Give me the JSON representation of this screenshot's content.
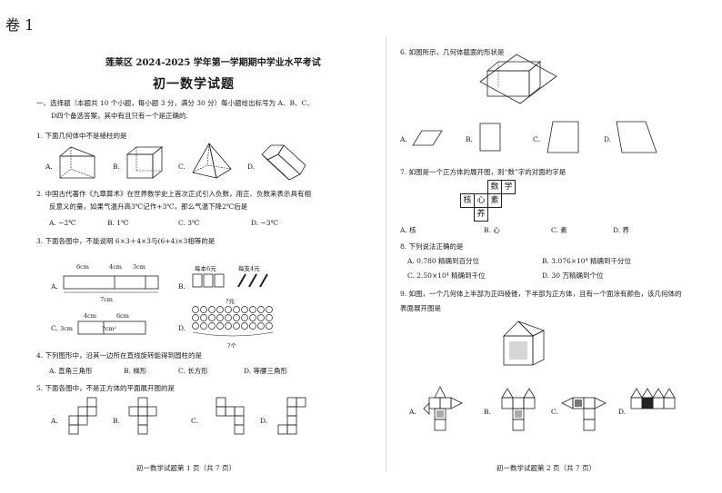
{
  "vol": "卷 1",
  "left": {
    "header": "莲莱区 2024-2025 学年第一学期期中学业水平考试",
    "title": "初一数学试题",
    "section1_line1": "一、选择题（本题共 10 个小题，每小题 3 分，满分 30 分）每小题给出标号为 A、B、C、",
    "section1_line2": "D四个备选答案，其中有且只有一个是正确的.",
    "q1": "1. 下面几何体中不是棱柱的是",
    "q2_line1": "2. 中国古代著作《九章算术》在世界数学史上首次正式引入负数，用正、负数来表示具有相",
    "q2_line2": "反意义的量，如果气温升高3℃记作+3℃，那么气温下降2℃后是",
    "q2_options": [
      "A. −2℃",
      "B. 1℃",
      "C. 3℃",
      "D. −3℃"
    ],
    "q3": "3. 下面各图中，不能说明 6×3＋4×3与(6+4)×3相等的是",
    "q3_labels": {
      "a_6cm": "6cm",
      "a_4cm": "4cm",
      "a_3cm": "3cm",
      "a_7cm": "7cm",
      "b_price6": "每本6元",
      "b_price4": "每支4元",
      "b_total": "?元",
      "c_4cm": "4cm",
      "c_6cm": "6cm",
      "c_3cm": "3cm",
      "c_area": "?cm²",
      "d_q": "?个"
    },
    "q4": "4. 下列图形中，沿其一边所在直线旋转能得到圆柱的是",
    "q4_options": [
      "A. 直角三角形",
      "B. 梯形",
      "C. 长方形",
      "D. 等腰三角形"
    ],
    "q5": "5. 下面各图中，不是正方体的平面展开图的是",
    "letters": [
      "A.",
      "B.",
      "C.",
      "D."
    ],
    "footer": "初一数学试题第 1 页（共 7 页）"
  },
  "right": {
    "q6": "6. 如图所示，几何体截面的形状是",
    "q7": "7. 如图是一个正方体的展开图，则“数”字的对面的字是",
    "q7_cells": [
      "数",
      "学",
      "核",
      "心",
      "素",
      "养"
    ],
    "q7_options": [
      "A. 核",
      "B. 心",
      "C. 素",
      "D. 养"
    ],
    "q8": "8. 下列说法正确的是",
    "q8_options": [
      "A. 0.780 精确到百分位",
      "B. 3.076×10⁴ 精确到千分位",
      "C. 2.50×10⁴ 精确到千位",
      "D. 30 万精确到个位"
    ],
    "q9_line1": "9. 如图，一个几何体上半部为正四棱锥，下半部为正方体，且有一个面涂有颜色，该几何体的",
    "q9_line2": "表面展开图是",
    "letters": [
      "A.",
      "B.",
      "C.",
      "D."
    ],
    "footer": "初一数学试题第 2 页（共 7 页）"
  }
}
